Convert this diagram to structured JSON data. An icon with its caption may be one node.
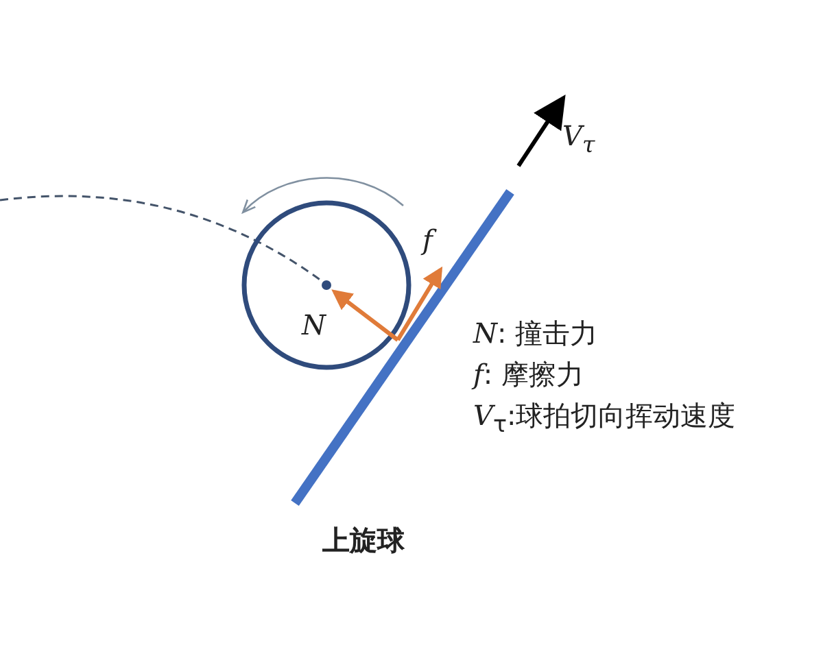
{
  "diagram": {
    "caption": "上旋球",
    "labels": [
      "V$_{τ}$",
      "f",
      "N",
      "*N*: 撞击力",
      "*f*: 摩擦力",
      "*V*$_{τ}$:球拍切向挥动速度"
    ]
  }
}
